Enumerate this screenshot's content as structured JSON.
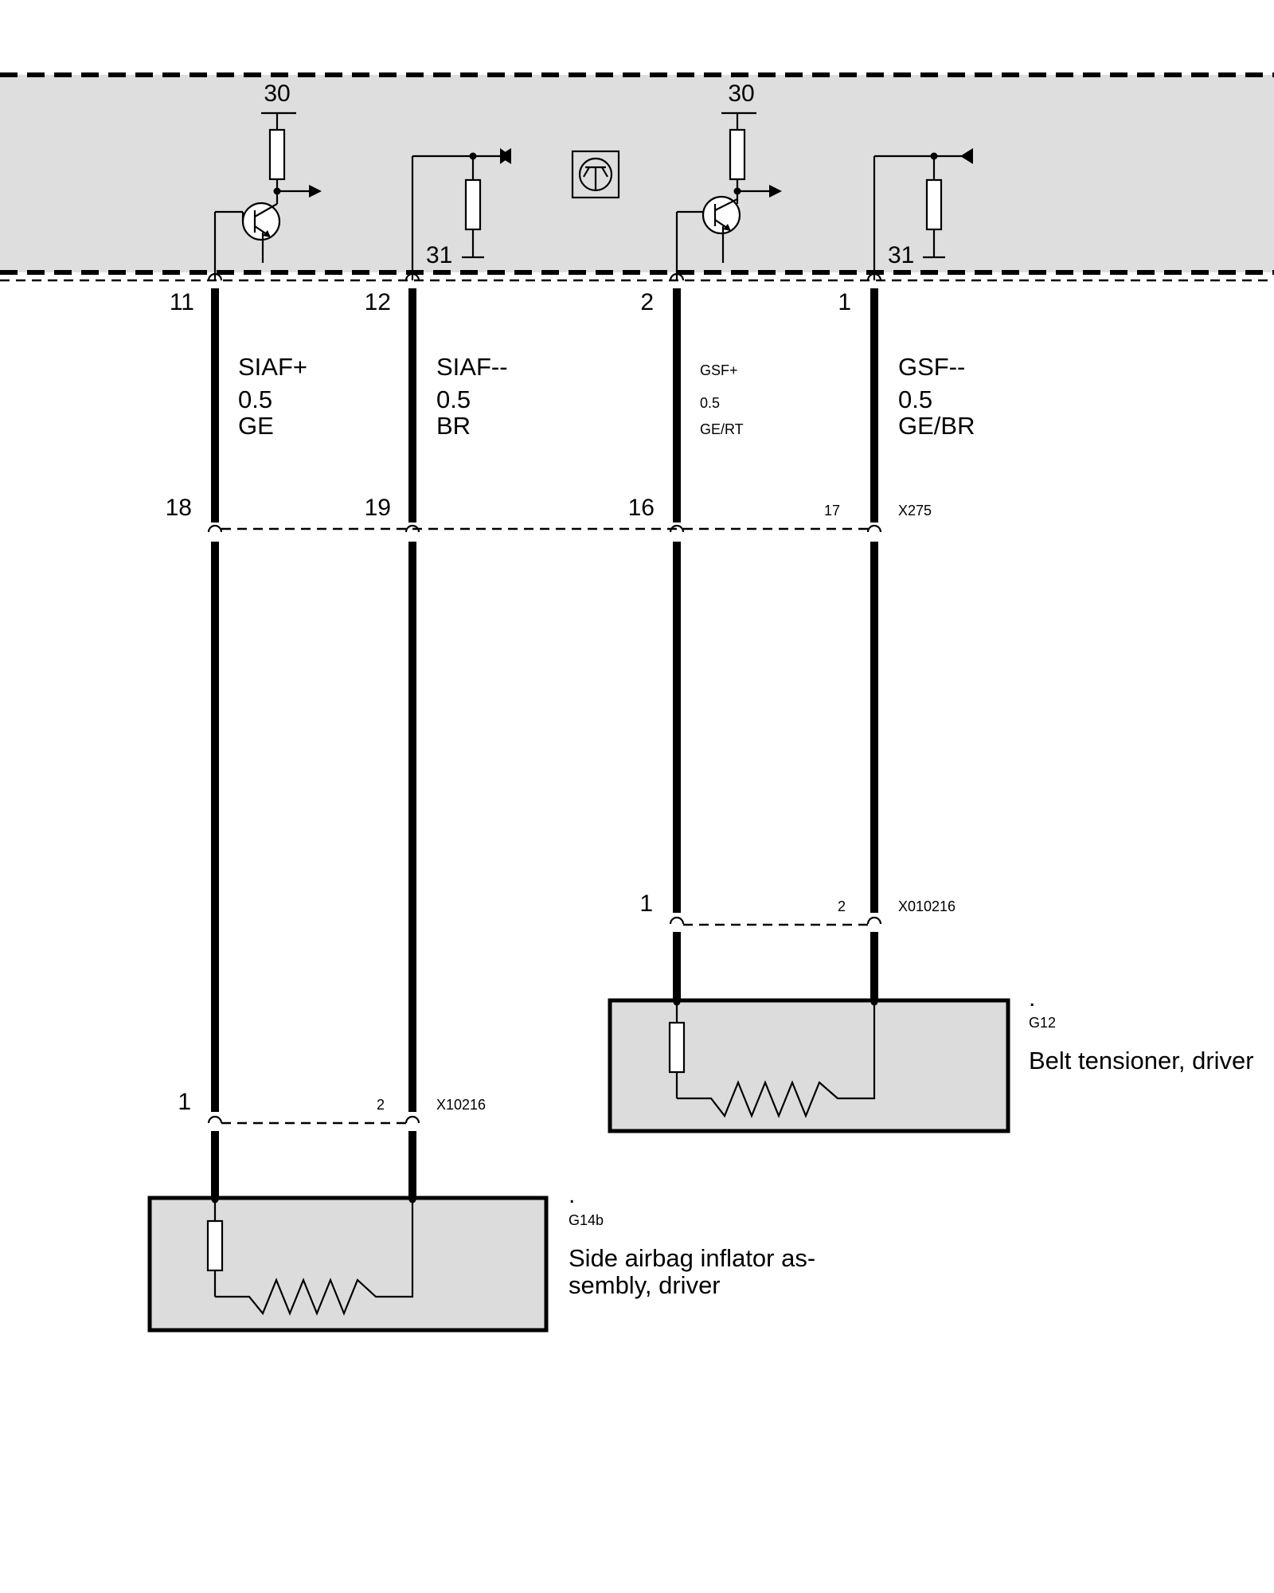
{
  "control_unit": {
    "supply_left": "30",
    "supply_right": "30",
    "ground_left": "31",
    "ground_right": "31"
  },
  "wires": {
    "w1": {
      "pin_top": "11",
      "signal": "SIAF+",
      "gauge": "0.5",
      "color": "GE",
      "pin_mid": "18"
    },
    "w2": {
      "pin_top": "12",
      "signal": "SIAF--",
      "gauge": "0.5",
      "color": "BR",
      "pin_mid": "19"
    },
    "w3": {
      "pin_top": "2",
      "signal": "GSF+",
      "gauge": "0.5",
      "color": "GE/RT",
      "pin_mid": "16"
    },
    "w4": {
      "pin_top": "1",
      "signal": "GSF--",
      "gauge": "0.5",
      "color": "GE/BR",
      "pin_mid": "17"
    }
  },
  "connector_x275": {
    "name": "X275"
  },
  "connector_x010216": {
    "name": "X010216",
    "pin_a": "1",
    "pin_b": "2"
  },
  "connector_x10216": {
    "name": "X10216",
    "pin_a": "1",
    "pin_b": "2"
  },
  "component_g12": {
    "dot": ".",
    "code": "G12",
    "description": "Belt tensioner, driver"
  },
  "component_g14b": {
    "dot": ".",
    "code": "G14b",
    "description_line1": "Side airbag inflator as-",
    "description_line2": "sembly, driver"
  }
}
